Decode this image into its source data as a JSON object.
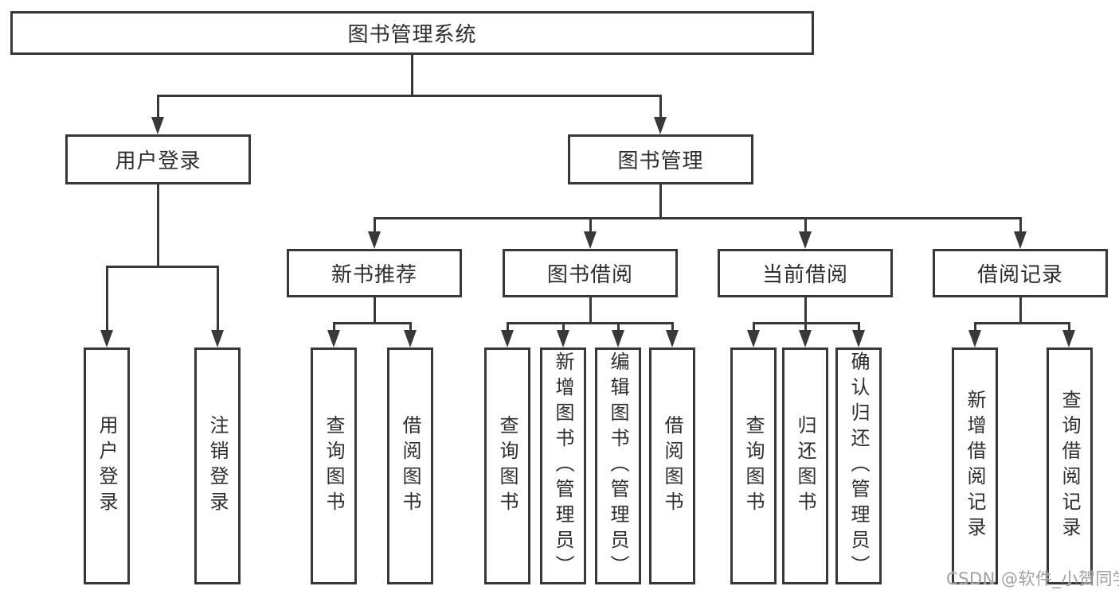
{
  "nodes": {
    "root": "图书管理系统",
    "user_login": "用户登录",
    "book_mgmt": "图书管理",
    "ul_children": [
      "用户登录",
      "注销登录"
    ],
    "new_book": "新书推荐",
    "book_borrow": "图书借阅",
    "current_borrow": "当前借阅",
    "borrow_record": "借阅记录",
    "new_book_children": [
      "查询图书",
      "借阅图书"
    ],
    "book_borrow_children": [
      "查询图书",
      "新增图书（管理员）",
      "编辑图书（管理员）",
      "借阅图书"
    ],
    "current_borrow_children": [
      "查询图书",
      "归还图书",
      "确认归还（管理员）"
    ],
    "borrow_record_children": [
      "新增借阅记录",
      "查询借阅记录"
    ]
  },
  "watermark": "CSDN @软件_小贺同学",
  "colors": {
    "line": "#383838",
    "text": "#2e2e2e",
    "background": "#ffffff",
    "watermark": "#a0a0a0"
  }
}
